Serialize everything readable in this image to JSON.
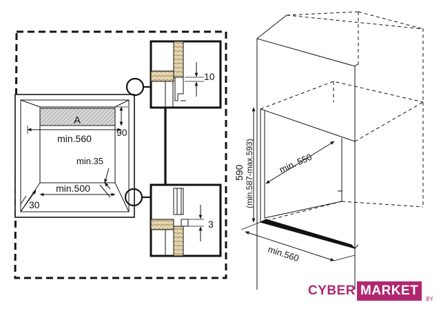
{
  "labels": {
    "A": "A",
    "min560_left": "min.560",
    "dim90": "90",
    "min35": "min.35",
    "min500": "min.500",
    "dim30": "30",
    "dim10": "10",
    "dim3": "3",
    "min550": "min. 550",
    "dim590": "590",
    "min587_593": "(min.587-max.593)",
    "min560_right": "min.560"
  },
  "logo": {
    "part1": "CYBER",
    "part2": "MARKET",
    "domain": ".BY",
    "color": "#b0276f"
  }
}
